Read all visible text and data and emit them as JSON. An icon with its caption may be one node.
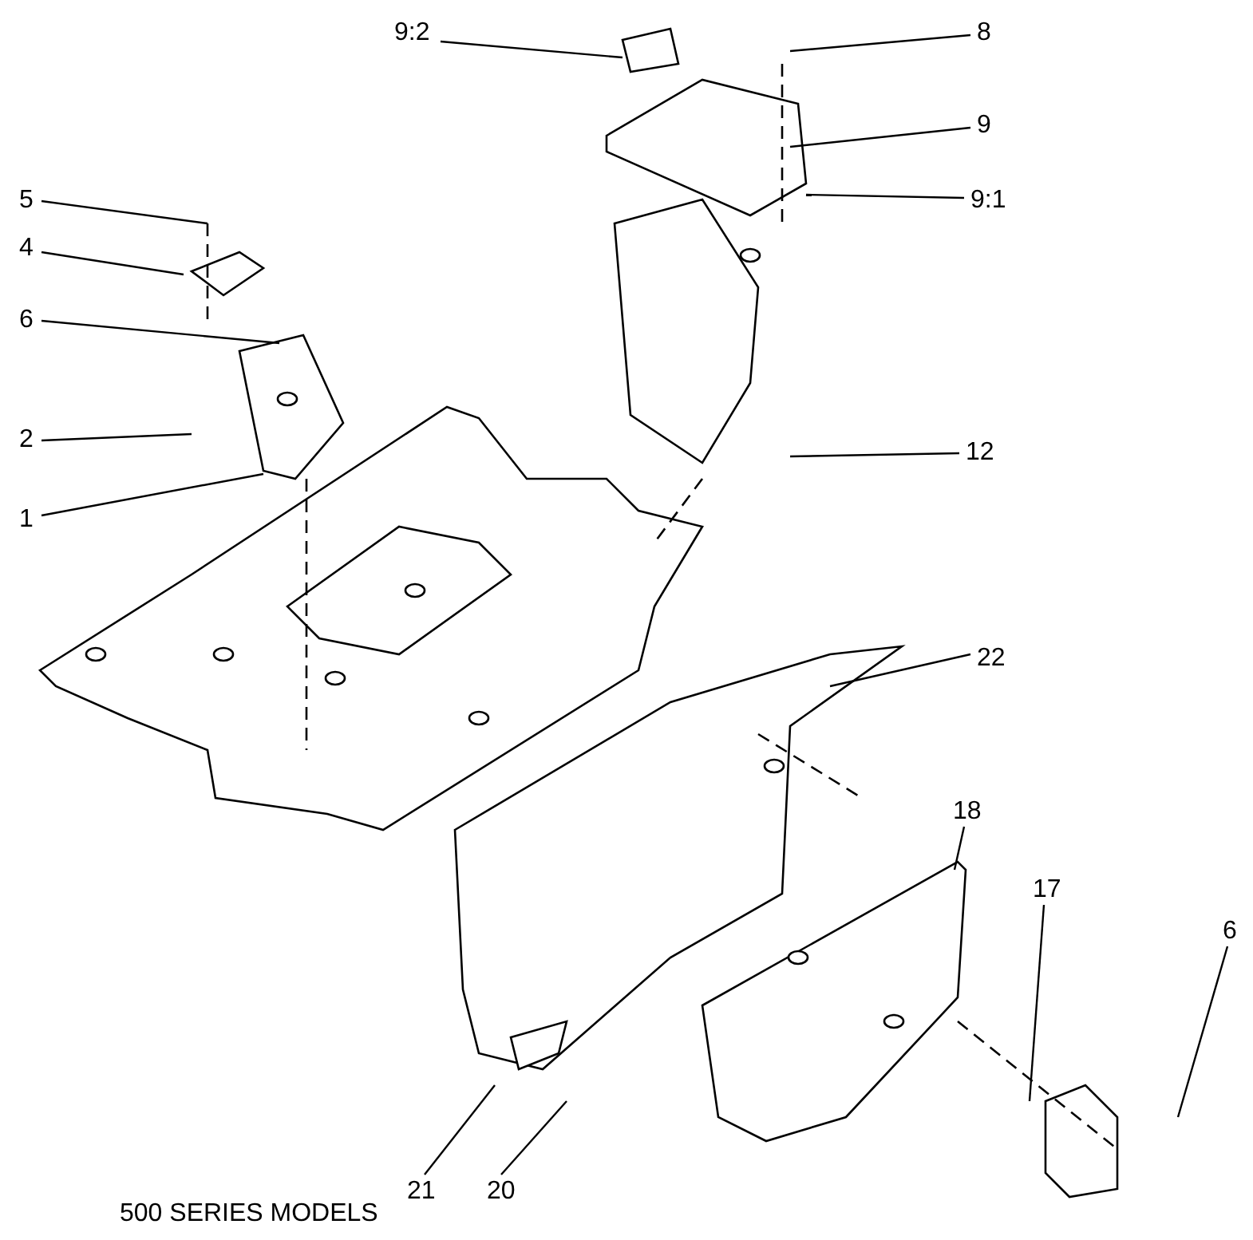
{
  "diagram": {
    "caption": "500 SERIES MODELS",
    "nodes": [
      {
        "text": [
          "9:2"
        ]
      },
      {
        "text": [
          "8"
        ]
      },
      {
        "text": [
          "9"
        ]
      },
      {
        "text": [
          "9:1"
        ]
      },
      {
        "text": [
          "5"
        ]
      },
      {
        "text": [
          "4"
        ]
      },
      {
        "text": [
          "6"
        ]
      },
      {
        "text": [
          "2"
        ]
      },
      {
        "text": [
          "12"
        ]
      },
      {
        "text": [
          "1"
        ]
      },
      {
        "text": [
          "22"
        ]
      },
      {
        "text": [
          "18"
        ]
      },
      {
        "text": [
          "17"
        ]
      },
      {
        "text": [
          "6"
        ]
      },
      {
        "text": [
          "21"
        ]
      },
      {
        "text": [
          "20"
        ]
      }
    ],
    "edges": [
      {
        "from": 0,
        "to": null,
        "arrow": "none"
      },
      {
        "from": 1,
        "to": null,
        "arrow": "none"
      },
      {
        "from": 2,
        "to": null,
        "arrow": "none"
      },
      {
        "from": 3,
        "to": null,
        "arrow": "none"
      },
      {
        "from": 4,
        "to": null,
        "arrow": "none"
      },
      {
        "from": 5,
        "to": null,
        "arrow": "none"
      },
      {
        "from": 6,
        "to": null,
        "arrow": "none"
      },
      {
        "from": 7,
        "to": null,
        "arrow": "none"
      },
      {
        "from": 8,
        "to": null,
        "arrow": "none"
      },
      {
        "from": 9,
        "to": null,
        "arrow": "none"
      },
      {
        "from": 10,
        "to": null,
        "arrow": "none"
      },
      {
        "from": 11,
        "to": null,
        "arrow": "none"
      },
      {
        "from": 12,
        "to": null,
        "arrow": "none"
      },
      {
        "from": 13,
        "to": null,
        "arrow": "none"
      },
      {
        "from": 14,
        "to": null,
        "arrow": "none"
      },
      {
        "from": 15,
        "to": null,
        "arrow": "none"
      }
    ]
  }
}
